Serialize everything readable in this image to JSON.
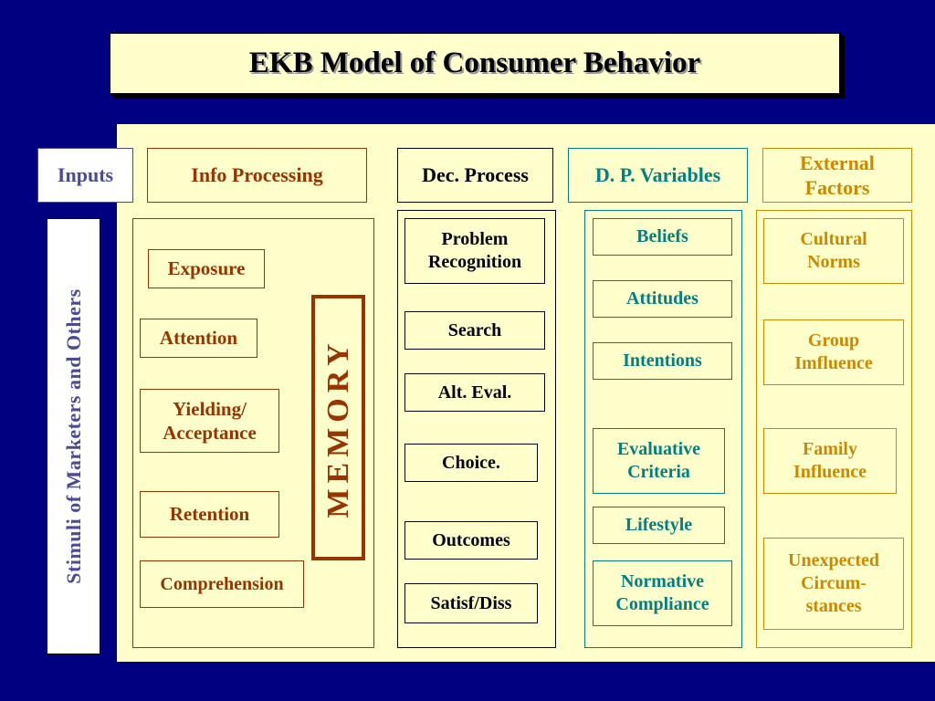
{
  "title": "EKB Model of Consumer Behavior",
  "headers": {
    "inputs": "Inputs",
    "info_processing": "Info Processing",
    "dec_process": "Dec. Process",
    "dp_variables": "D. P. Variables",
    "external_factors": "External\nFactors"
  },
  "stimuli": "Stimuli  of  Marketers and Others",
  "memory": "MEMORY",
  "info_processing": {
    "exposure": "Exposure",
    "attention": "Attention",
    "yielding": "Yielding/\nAcceptance",
    "retention": "Retention",
    "comprehension": "Comprehension"
  },
  "dec_process": {
    "problem": "Problem\nRecognition",
    "search": "Search",
    "alt_eval": "Alt. Eval.",
    "choice": "Choice.",
    "outcomes": "Outcomes",
    "satisf": "Satisf/Diss"
  },
  "dp_variables": {
    "beliefs": "Beliefs",
    "attitudes": "Attitudes",
    "intentions": "Intentions",
    "evaluative": "Evaluative\nCriteria",
    "lifestyle": "Lifestyle",
    "normative": "Normative\nCompliance"
  },
  "external_factors": {
    "cultural": "Cultural\nNorms",
    "group": "Group\nImfluence",
    "family": "Family\nInfluence",
    "unexpected": "Unexpected\nCircum-\nstances"
  },
  "colors": {
    "background": "#000080",
    "panel": "#ffffcc",
    "inputs": "#4a4a9a",
    "info_processing": "#993300",
    "dec_process": "#000000",
    "dp_variables": "#008080",
    "external_factors": "#cc8800"
  }
}
